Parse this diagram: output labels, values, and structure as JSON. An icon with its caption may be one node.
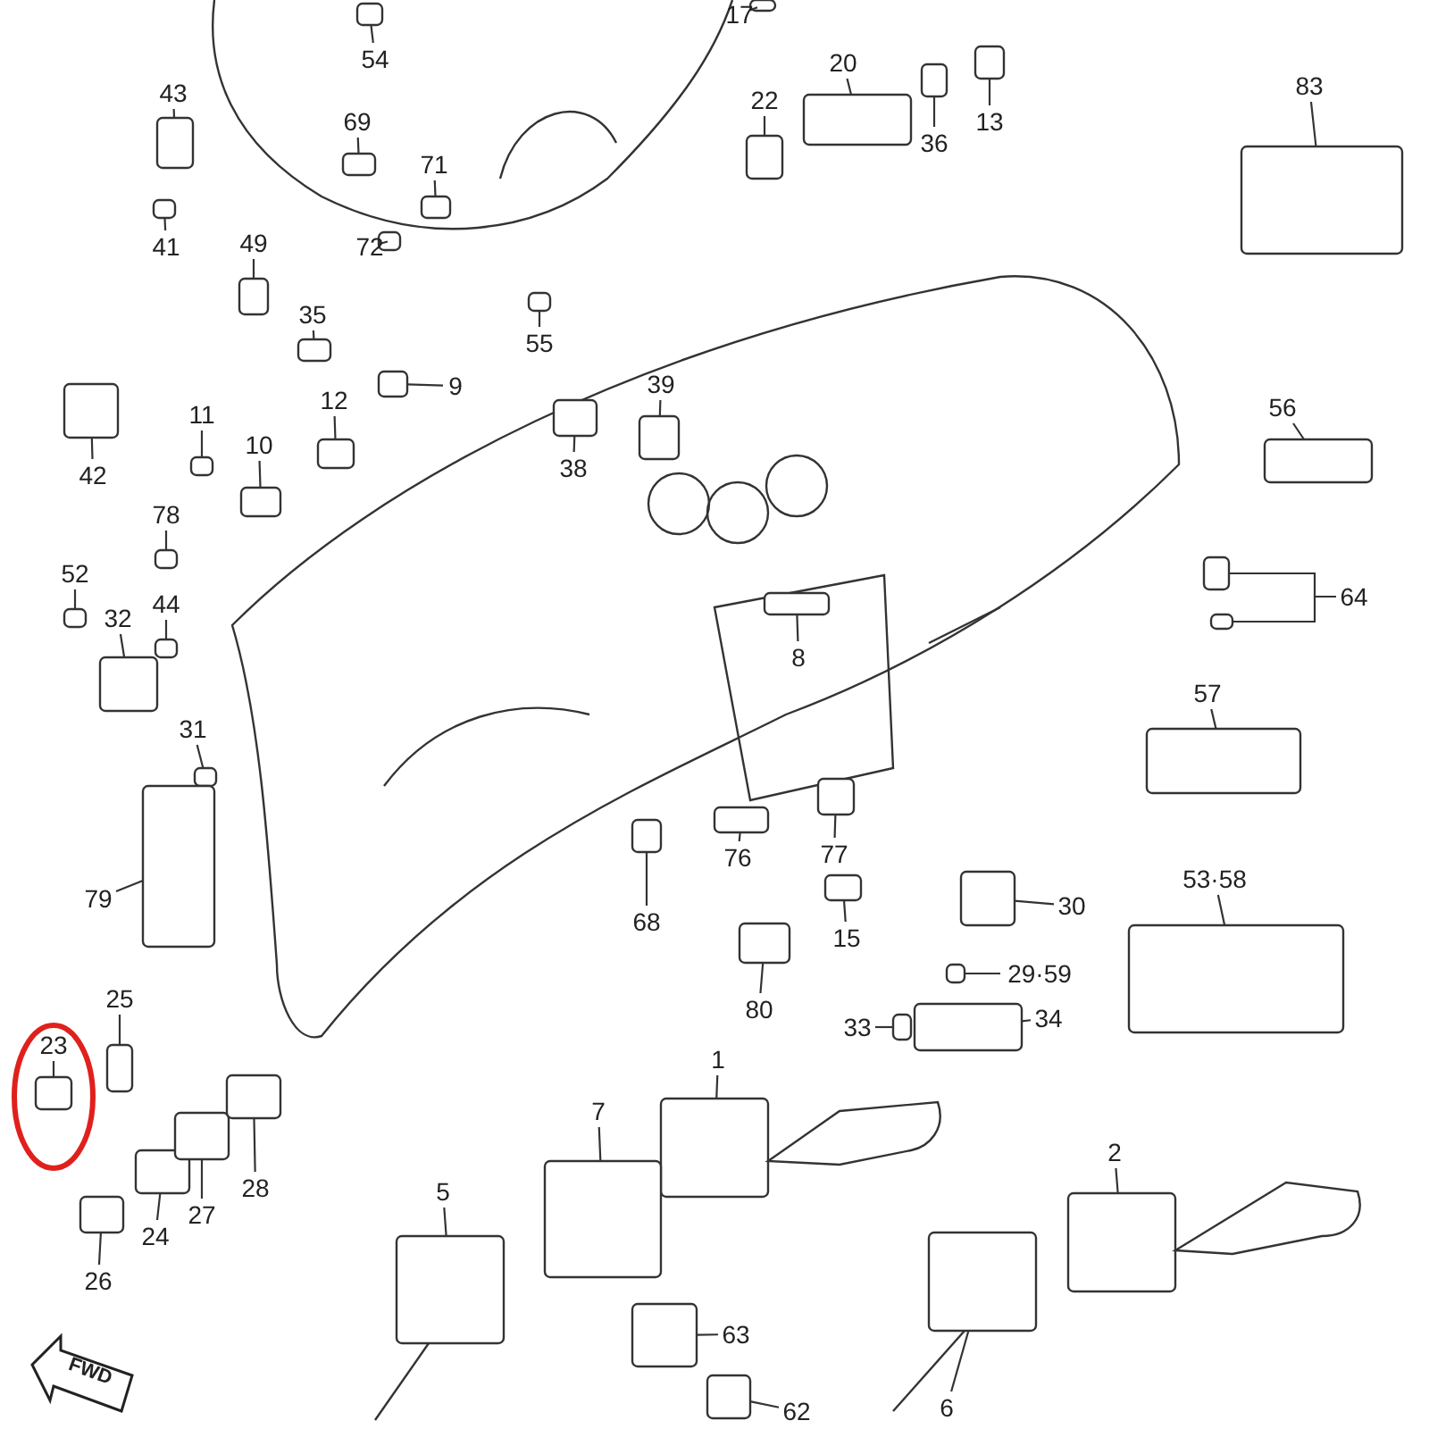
{
  "diagram": {
    "nodes": [
      {
        "text": [
          "54"
        ]
      },
      {
        "text": [
          "17"
        ]
      },
      {
        "text": [
          "43"
        ]
      },
      {
        "text": [
          "41"
        ]
      },
      {
        "text": [
          "69"
        ]
      },
      {
        "text": [
          "71"
        ]
      },
      {
        "text": [
          "72"
        ]
      },
      {
        "text": [
          "49"
        ]
      },
      {
        "text": [
          "35"
        ]
      },
      {
        "text": [
          "55"
        ]
      },
      {
        "text": [
          "9"
        ]
      },
      {
        "text": [
          "12"
        ]
      },
      {
        "text": [
          "38"
        ]
      },
      {
        "text": [
          "39"
        ]
      },
      {
        "text": [
          "11"
        ]
      },
      {
        "text": [
          "10"
        ]
      },
      {
        "text": [
          "42"
        ]
      },
      {
        "text": [
          "78"
        ]
      },
      {
        "text": [
          "52"
        ]
      },
      {
        "text": [
          "32"
        ]
      },
      {
        "text": [
          "44"
        ]
      },
      {
        "text": [
          "31"
        ]
      },
      {
        "text": [
          "79"
        ]
      },
      {
        "text": [
          "22"
        ]
      },
      {
        "text": [
          "20"
        ]
      },
      {
        "text": [
          "36"
        ]
      },
      {
        "text": [
          "13"
        ]
      },
      {
        "text": [
          "83"
        ]
      },
      {
        "text": [
          "56"
        ]
      },
      {
        "text": [
          "64"
        ]
      },
      {
        "text": [
          "8"
        ]
      },
      {
        "text": [
          "57"
        ]
      },
      {
        "text": [
          "76"
        ]
      },
      {
        "text": [
          "77"
        ]
      },
      {
        "text": [
          "68"
        ]
      },
      {
        "text": [
          "15"
        ]
      },
      {
        "text": [
          "30"
        ]
      },
      {
        "text": [
          "29·59"
        ]
      },
      {
        "text": [
          "53·58"
        ]
      },
      {
        "text": [
          "80"
        ]
      },
      {
        "text": [
          "33"
        ]
      },
      {
        "text": [
          "34"
        ]
      },
      {
        "text": [
          "23"
        ]
      },
      {
        "text": [
          "25"
        ]
      },
      {
        "text": [
          "26"
        ]
      },
      {
        "text": [
          "24"
        ]
      },
      {
        "text": [
          "27"
        ]
      },
      {
        "text": [
          "28"
        ]
      },
      {
        "text": [
          "1"
        ]
      },
      {
        "text": [
          "7"
        ]
      },
      {
        "text": [
          "5"
        ]
      },
      {
        "text": [
          "63"
        ]
      },
      {
        "text": [
          "62"
        ]
      },
      {
        "text": [
          "6"
        ]
      },
      {
        "text": [
          "2"
        ]
      },
      {
        "text": [],
        "shape": "box"
      },
      {
        "text": [],
        "shape": "box"
      },
      {
        "text": [],
        "shape": "box"
      },
      {
        "text": [],
        "shape": "box"
      },
      {
        "text": [],
        "shape": "box"
      },
      {
        "text": [],
        "shape": "box"
      },
      {
        "text": [],
        "shape": "box"
      },
      {
        "text": [],
        "shape": "box"
      },
      {
        "text": [],
        "shape": "box"
      },
      {
        "text": [],
        "shape": "box"
      },
      {
        "text": [],
        "shape": "box"
      },
      {
        "text": [],
        "shape": "box"
      },
      {
        "text": [],
        "shape": "box"
      },
      {
        "text": [],
        "shape": "box"
      },
      {
        "text": [],
        "shape": "box"
      },
      {
        "text": [],
        "shape": "box"
      },
      {
        "text": [],
        "shape": "box"
      },
      {
        "text": [],
        "shape": "box"
      },
      {
        "text": [],
        "shape": "box"
      },
      {
        "text": [],
        "shape": "box"
      },
      {
        "text": [],
        "shape": "box"
      },
      {
        "text": [],
        "shape": "box"
      },
      {
        "text": [],
        "shape": "box"
      },
      {
        "text": [],
        "shape": "box"
      },
      {
        "text": [],
        "shape": "box"
      },
      {
        "text": [],
        "shape": "box"
      },
      {
        "text": [],
        "shape": "box"
      },
      {
        "text": [],
        "shape": "box"
      },
      {
        "text": [],
        "shape": "box"
      },
      {
        "text": [],
        "shape": "box"
      },
      {
        "text": [],
        "shape": "box"
      },
      {
        "text": [],
        "shape": "box"
      },
      {
        "text": [],
        "shape": "box"
      },
      {
        "text": [],
        "shape": "box"
      },
      {
        "text": [],
        "shape": "box"
      },
      {
        "text": [],
        "shape": "box"
      },
      {
        "text": [],
        "shape": "box"
      },
      {
        "text": [],
        "shape": "box"
      },
      {
        "text": [],
        "shape": "box"
      },
      {
        "text": [],
        "shape": "box"
      },
      {
        "text": [],
        "shape": "box"
      },
      {
        "text": [],
        "shape": "box"
      },
      {
        "text": [],
        "shape": "box"
      },
      {
        "text": [],
        "shape": "box"
      },
      {
        "text": [],
        "shape": "box"
      },
      {
        "text": [],
        "shape": "box"
      },
      {
        "text": [],
        "shape": "box"
      },
      {
        "text": [],
        "shape": "box"
      },
      {
        "text": [],
        "shape": "box"
      },
      {
        "text": [],
        "shape": "box"
      },
      {
        "text": [],
        "shape": "box"
      },
      {
        "text": [],
        "shape": "box"
      },
      {
        "text": [],
        "shape": "box"
      },
      {
        "text": [],
        "shape": "box"
      },
      {
        "text": [],
        "shape": "box"
      },
      {
        "text": [],
        "shape": "box"
      }
    ],
    "edges": [
      {
        "from": 0,
        "to": 55,
        "arrow": "none"
      },
      {
        "from": 1,
        "to": 56,
        "arrow": "none"
      },
      {
        "from": 2,
        "to": 57,
        "arrow": "none"
      },
      {
        "from": 3,
        "to": 58,
        "arrow": "none"
      },
      {
        "from": 4,
        "to": 59,
        "arrow": "none"
      },
      {
        "from": 5,
        "to": 60,
        "arrow": "none"
      },
      {
        "from": 6,
        "to": 61,
        "arrow": "none"
      },
      {
        "from": 7,
        "to": 62,
        "arrow": "none"
      },
      {
        "from": 8,
        "to": 63,
        "arrow": "none"
      },
      {
        "from": 9,
        "to": 64,
        "arrow": "none"
      },
      {
        "from": 10,
        "to": 65,
        "arrow": "none"
      },
      {
        "from": 11,
        "to": 66,
        "arrow": "none"
      },
      {
        "from": 12,
        "to": 67,
        "arrow": "none"
      },
      {
        "from": 13,
        "to": 68,
        "arrow": "none"
      },
      {
        "from": 14,
        "to": 69,
        "arrow": "none"
      },
      {
        "from": 15,
        "to": 70,
        "arrow": "none"
      },
      {
        "from": 16,
        "to": 71,
        "arrow": "none"
      },
      {
        "from": 17,
        "to": 72,
        "arrow": "none"
      },
      {
        "from": 18,
        "to": 73,
        "arrow": "none"
      },
      {
        "from": 19,
        "to": 74,
        "arrow": "none"
      },
      {
        "from": 20,
        "to": 75,
        "arrow": "none"
      },
      {
        "from": 21,
        "to": 76,
        "arrow": "none"
      },
      {
        "from": 22,
        "to": 77,
        "arrow": "none"
      },
      {
        "from": 23,
        "to": 78,
        "arrow": "none"
      },
      {
        "from": 24,
        "to": 79,
        "arrow": "none"
      },
      {
        "from": 25,
        "to": 80,
        "arrow": "none"
      },
      {
        "from": 26,
        "to": 81,
        "arrow": "none"
      },
      {
        "from": 27,
        "to": 82,
        "arrow": "none"
      },
      {
        "from": 28,
        "to": 83,
        "arrow": "none"
      },
      {
        "from": 29,
        "to": 84,
        "arrow": "none"
      },
      {
        "from": 29,
        "to": 85,
        "arrow": "none"
      },
      {
        "from": 30,
        "to": 86,
        "arrow": "none"
      },
      {
        "from": 31,
        "to": 87,
        "arrow": "none"
      },
      {
        "from": 32,
        "to": 88,
        "arrow": "none"
      },
      {
        "from": 33,
        "to": 89,
        "arrow": "none"
      },
      {
        "from": 34,
        "to": 90,
        "arrow": "none"
      },
      {
        "from": 35,
        "to": 91,
        "arrow": "none"
      },
      {
        "from": 36,
        "to": 92,
        "arrow": "none"
      },
      {
        "from": 37,
        "to": 93,
        "arrow": "none"
      },
      {
        "from": 38,
        "to": 94,
        "arrow": "none"
      },
      {
        "from": 39,
        "to": 95,
        "arrow": "none"
      },
      {
        "from": 40,
        "to": 96,
        "arrow": "none"
      },
      {
        "from": 41,
        "to": 97,
        "arrow": "none"
      },
      {
        "from": 42,
        "to": 98,
        "arrow": "none"
      },
      {
        "from": 43,
        "to": 99,
        "arrow": "none"
      },
      {
        "from": 44,
        "to": 100,
        "arrow": "none"
      },
      {
        "from": 45,
        "to": 101,
        "arrow": "none"
      },
      {
        "from": 46,
        "to": 102,
        "arrow": "none"
      },
      {
        "from": 47,
        "to": 103,
        "arrow": "none"
      },
      {
        "from": 48,
        "to": 104,
        "arrow": "none"
      },
      {
        "from": 49,
        "to": 105,
        "arrow": "none"
      },
      {
        "from": 50,
        "to": 106,
        "arrow": "none"
      },
      {
        "from": 51,
        "to": 107,
        "arrow": "none"
      },
      {
        "from": 52,
        "to": 108,
        "arrow": "none"
      },
      {
        "from": 53,
        "to": 109,
        "arrow": "none"
      },
      {
        "from": 54,
        "to": 110,
        "arrow": "none"
      }
    ],
    "labels": [
      "FWD"
    ]
  }
}
